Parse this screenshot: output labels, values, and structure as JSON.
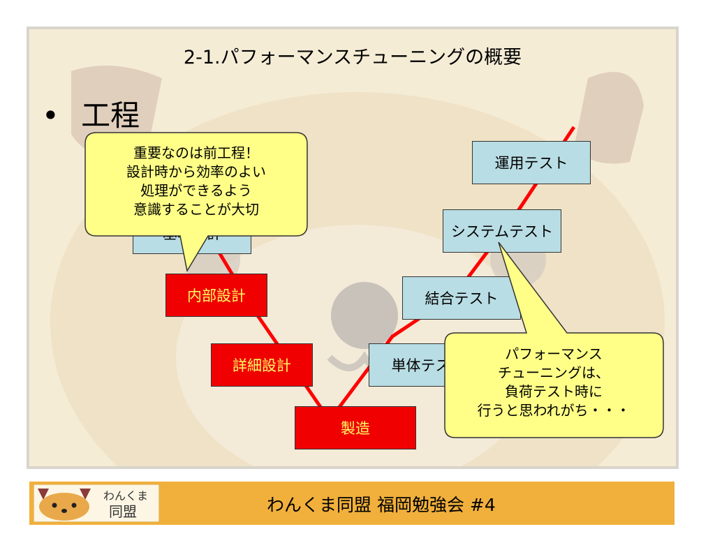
{
  "slide": {
    "title": "2-1.パフォーマンスチューニングの概要",
    "bullet_symbol": "•",
    "bullet_text": "工程"
  },
  "diagram": {
    "left_boxes": [
      {
        "label": "基本設計",
        "color": "blue"
      },
      {
        "label": "内部設計",
        "color": "red"
      },
      {
        "label": "詳細設計",
        "color": "red"
      },
      {
        "label": "製造",
        "color": "red"
      }
    ],
    "right_boxes": [
      {
        "label": "単体テスト",
        "color": "blue"
      },
      {
        "label": "結合テスト",
        "color": "blue"
      },
      {
        "label": "システムテスト",
        "color": "blue"
      },
      {
        "label": "運用テスト",
        "color": "blue"
      }
    ],
    "line_color": "#ff0000"
  },
  "callouts": {
    "left": {
      "lines": [
        "重要なのは前工程！",
        "設計時から効率のよい",
        "処理ができるよう",
        "意識することが大切"
      ]
    },
    "right": {
      "lines": [
        "パフォーマンス",
        "チューニングは、",
        "負荷テスト時に",
        "行うと思われがち・・・"
      ]
    }
  },
  "footer": {
    "logo_line1": "わんくま",
    "logo_line2": "同盟",
    "text": "わんくま同盟 福岡勉強会 #4"
  },
  "colors": {
    "slide_bg": "#f5ecd6",
    "footer_bg": "#f1b03c",
    "callout_fill": "#ffff88",
    "red_box": "#f00000",
    "blue_box": "#b9dde4"
  }
}
